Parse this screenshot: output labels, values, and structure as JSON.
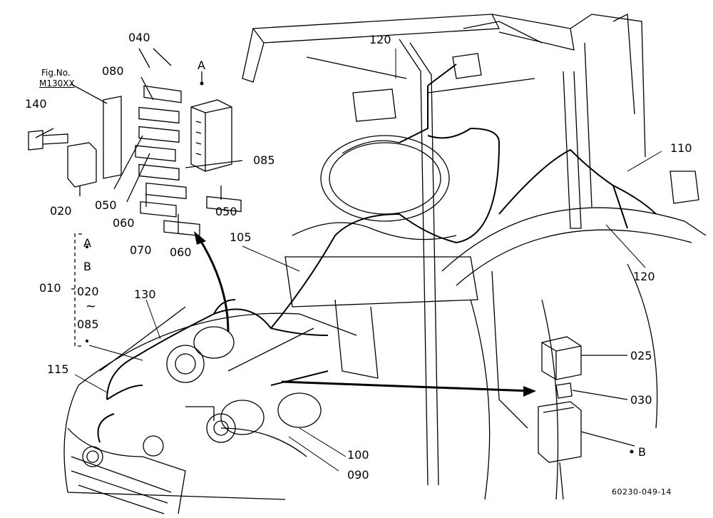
{
  "figure": {
    "fig_no_label": "Fig.No.",
    "fig_no_value": "M130XX",
    "drawing_code": "60230-049-14"
  },
  "callouts": {
    "c010": "010",
    "c020_left": "020",
    "c020_group": "020",
    "c025": "025",
    "c030": "030",
    "c040": "040",
    "c050_a": "050",
    "c050_b": "050",
    "c060_a": "060",
    "c060_b": "060",
    "c070": "070",
    "c080": "080",
    "c085_right": "085",
    "c085_group": "085",
    "c090": "090",
    "c100": "100",
    "c105": "105",
    "c110": "110",
    "c115": "115",
    "c120_top": "120",
    "c120_right": "120",
    "c130": "130",
    "c140": "140"
  },
  "refs": {
    "A_top": "A",
    "B_bottom": "B",
    "group_A": "A",
    "group_B": "B",
    "group_tilde": "~"
  }
}
